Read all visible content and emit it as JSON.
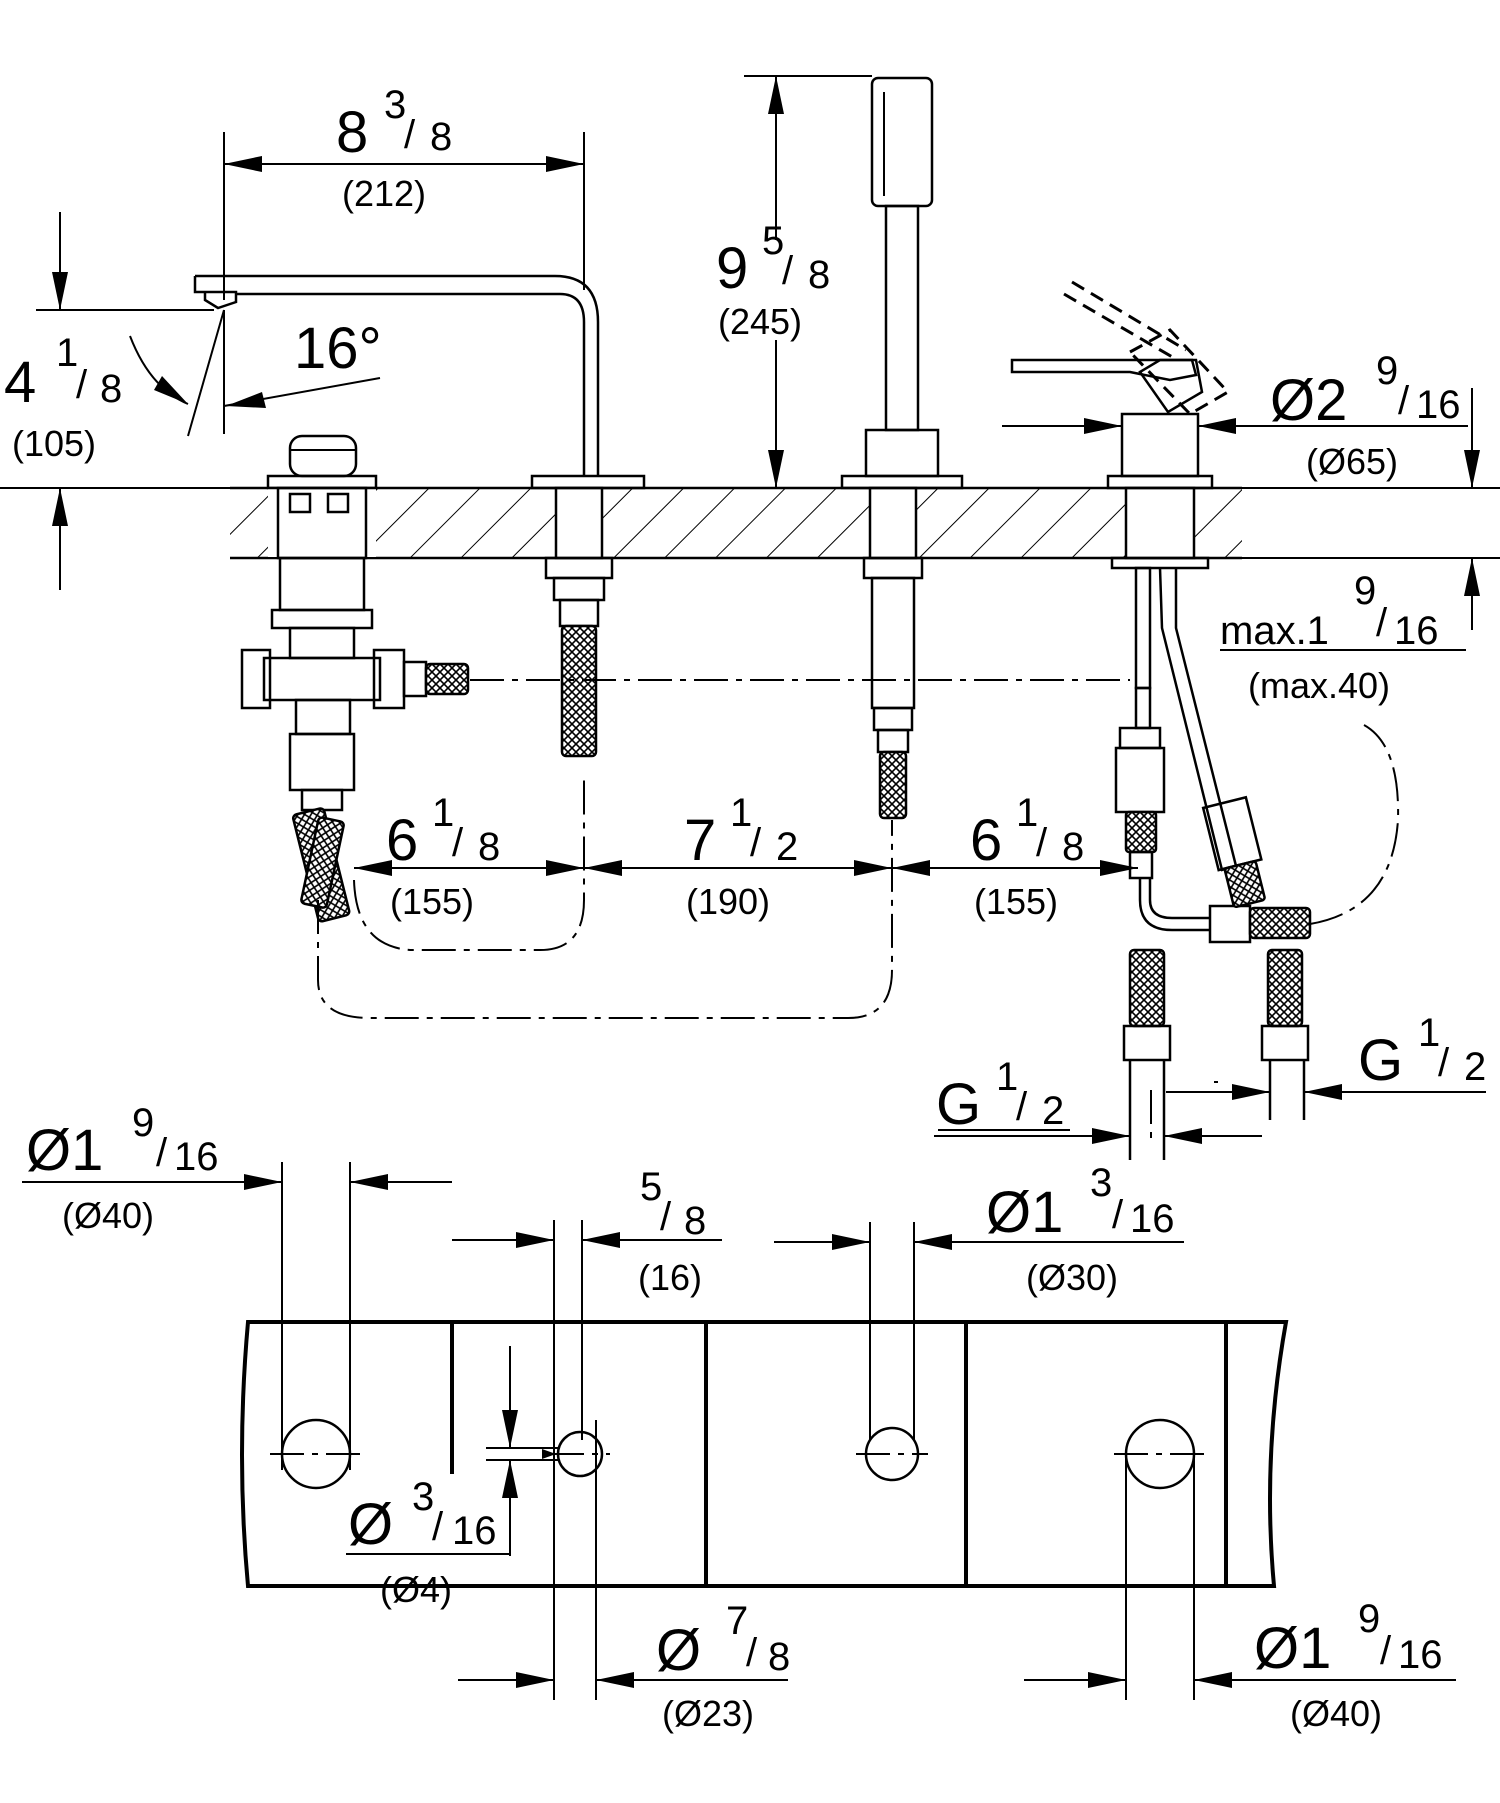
{
  "dimensions": {
    "spout_reach": {
      "whole": "8",
      "num": "3",
      "den": "8",
      "mm": "(212)"
    },
    "spout_height": {
      "whole": "4",
      "num": "1",
      "den": "8",
      "mm": "(105)"
    },
    "spout_angle": {
      "text": "16°"
    },
    "handshower_height": {
      "whole": "9",
      "num": "5",
      "den": "8",
      "mm": "(245)"
    },
    "lever_diameter": {
      "whole": "Ø2",
      "num": "9",
      "den": "16",
      "mm": "(Ø65)"
    },
    "max_deck_thickness": {
      "whole": "max.1",
      "num": "9",
      "den": "16",
      "mm": "(max.40)"
    },
    "spacing_left": {
      "whole": "6",
      "num": "1",
      "den": "8",
      "mm": "(155)"
    },
    "spacing_center": {
      "whole": "7",
      "num": "1",
      "den": "2",
      "mm": "(190)"
    },
    "spacing_right": {
      "whole": "6",
      "num": "1",
      "den": "8",
      "mm": "(155)"
    },
    "thread_left": {
      "whole": "G",
      "num": "1",
      "den": "2"
    },
    "thread_right": {
      "whole": "G",
      "num": "1",
      "den": "2"
    },
    "hole_left": {
      "whole": "Ø1",
      "num": "9",
      "den": "16",
      "mm": "(Ø40)"
    },
    "hole_small_spacing": {
      "whole": "",
      "num": "5",
      "den": "8",
      "mm": "(16)"
    },
    "hole_handshower": {
      "whole": "Ø1",
      "num": "3",
      "den": "16",
      "mm": "(Ø30)"
    },
    "hole_pin": {
      "whole": "Ø",
      "num": "3",
      "den": "16",
      "mm": "(Ø4)"
    },
    "hole_popup": {
      "whole": "Ø",
      "num": "7",
      "den": "8",
      "mm": "(Ø23)"
    },
    "hole_right": {
      "whole": "Ø1",
      "num": "9",
      "den": "16",
      "mm": "(Ø40)"
    }
  }
}
